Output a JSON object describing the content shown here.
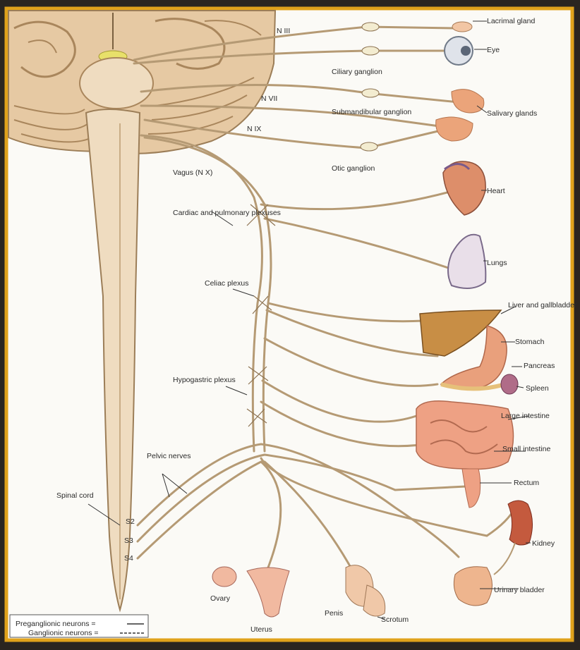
{
  "labels": {
    "lacrimal_gland": "Lacrimal gland",
    "eye": "Eye",
    "ciliary_ganglion": "Ciliary ganglion",
    "salivary_glands": "Salivary glands",
    "submandibular_ganglion": "Submandibular ganglion",
    "otic_ganglion": "Otic ganglion",
    "heart": "Heart",
    "lungs": "Lungs",
    "liver_gallbladder": "Liver and gallbladder",
    "stomach": "Stomach",
    "pancreas": "Pancreas",
    "spleen": "Spleen",
    "large_intestine": "Large intestine",
    "small_intestine": "Small intestine",
    "rectum": "Rectum",
    "kidney": "Kidney",
    "urinary_bladder": "Urinary bladder",
    "scrotum": "Scrotum",
    "penis": "Penis",
    "uterus": "Uterus",
    "ovary": "Ovary",
    "n3": "N III",
    "n7": "N VII",
    "n9": "N IX",
    "vagus": "Vagus (N X)",
    "cardiac_plexus": "Cardiac and pulmonary plexuses",
    "celiac_plexus": "Celiac plexus",
    "hypogastric_plexus": "Hypogastric plexus",
    "pelvic_nerves": "Pelvic nerves",
    "spinal_cord": "Spinal cord",
    "s2": "S2",
    "s3": "S3",
    "s4": "S4"
  },
  "legend": {
    "preganglionic": "Preganglionic neurons =",
    "ganglionic": "Ganglionic neurons ="
  },
  "colors": {
    "frame": "#e0a21b",
    "background": "#fbfaf6",
    "nerve": "#b59a74",
    "brain": "#e6c9a3",
    "organ": "#e7a07c"
  }
}
